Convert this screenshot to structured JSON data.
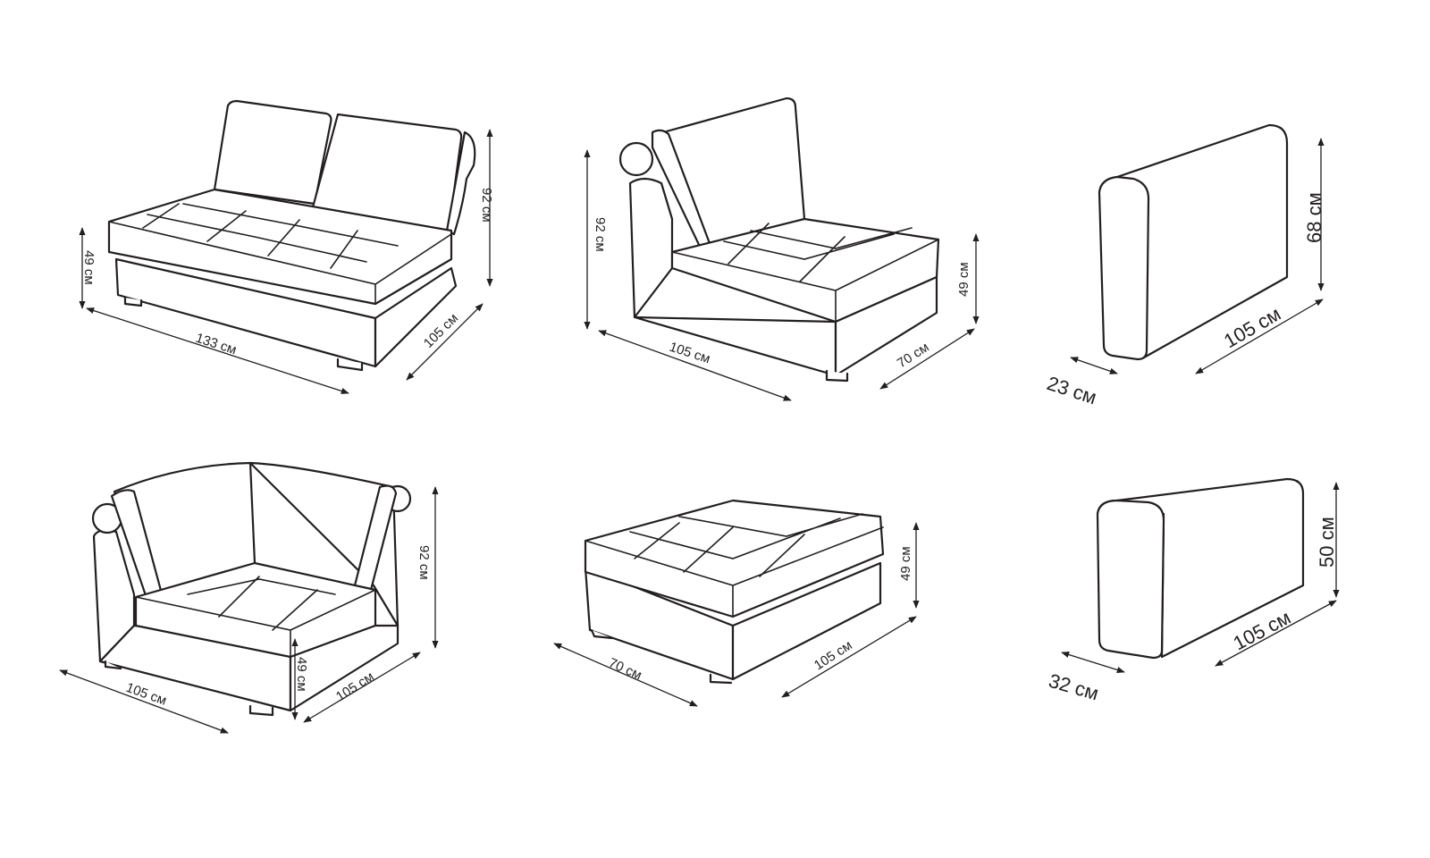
{
  "modules": [
    {
      "name": "two-seat-module",
      "width": "133 см",
      "depth": "105 см",
      "seat_height": "49 см",
      "height": "92 см"
    },
    {
      "name": "one-seat-module",
      "width": "105 см",
      "depth": "70 см",
      "seat_height": "49 см",
      "height": "92 см"
    },
    {
      "name": "armrest-large",
      "length": "105 см",
      "thickness": "23 см",
      "height": "68 см"
    },
    {
      "name": "corner-module",
      "width": "105 см",
      "depth": "105 см",
      "seat_height": "49 см",
      "height": "92 см"
    },
    {
      "name": "ottoman",
      "width": "70 см",
      "length": "105 см",
      "height": "49 см"
    },
    {
      "name": "armrest-small",
      "length": "105 см",
      "thickness": "32 см",
      "height": "50 см"
    }
  ],
  "colors": {
    "line": "#231f20",
    "background": "#ffffff"
  }
}
